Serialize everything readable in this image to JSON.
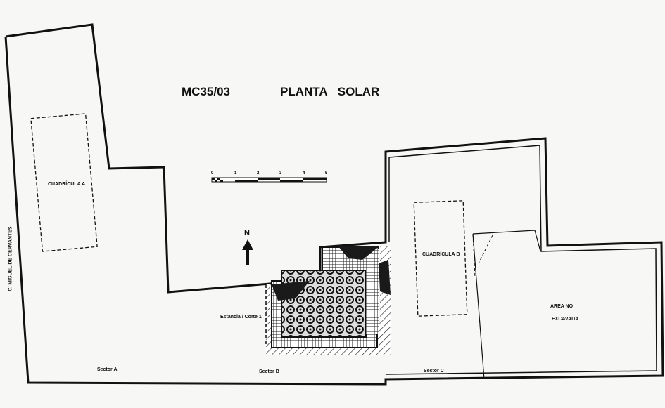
{
  "title": {
    "code": "MC35/03",
    "name": "PLANTA SOLAR"
  },
  "street": "C/ MIGUEL DE CERVANTES",
  "grids": {
    "a": "CUADRÍCULA A",
    "b": "CUADRÍCULA B"
  },
  "north": "N",
  "room": "Estancia / Corte 1",
  "sectors": [
    "Sector A",
    "Sector B",
    "Sector C"
  ],
  "unexcavated": {
    "line1": "ÁREA NO",
    "line2": "EXCAVADA"
  },
  "scale": {
    "ticks": [
      "0",
      "1",
      "2",
      "3",
      "4",
      "5"
    ]
  }
}
